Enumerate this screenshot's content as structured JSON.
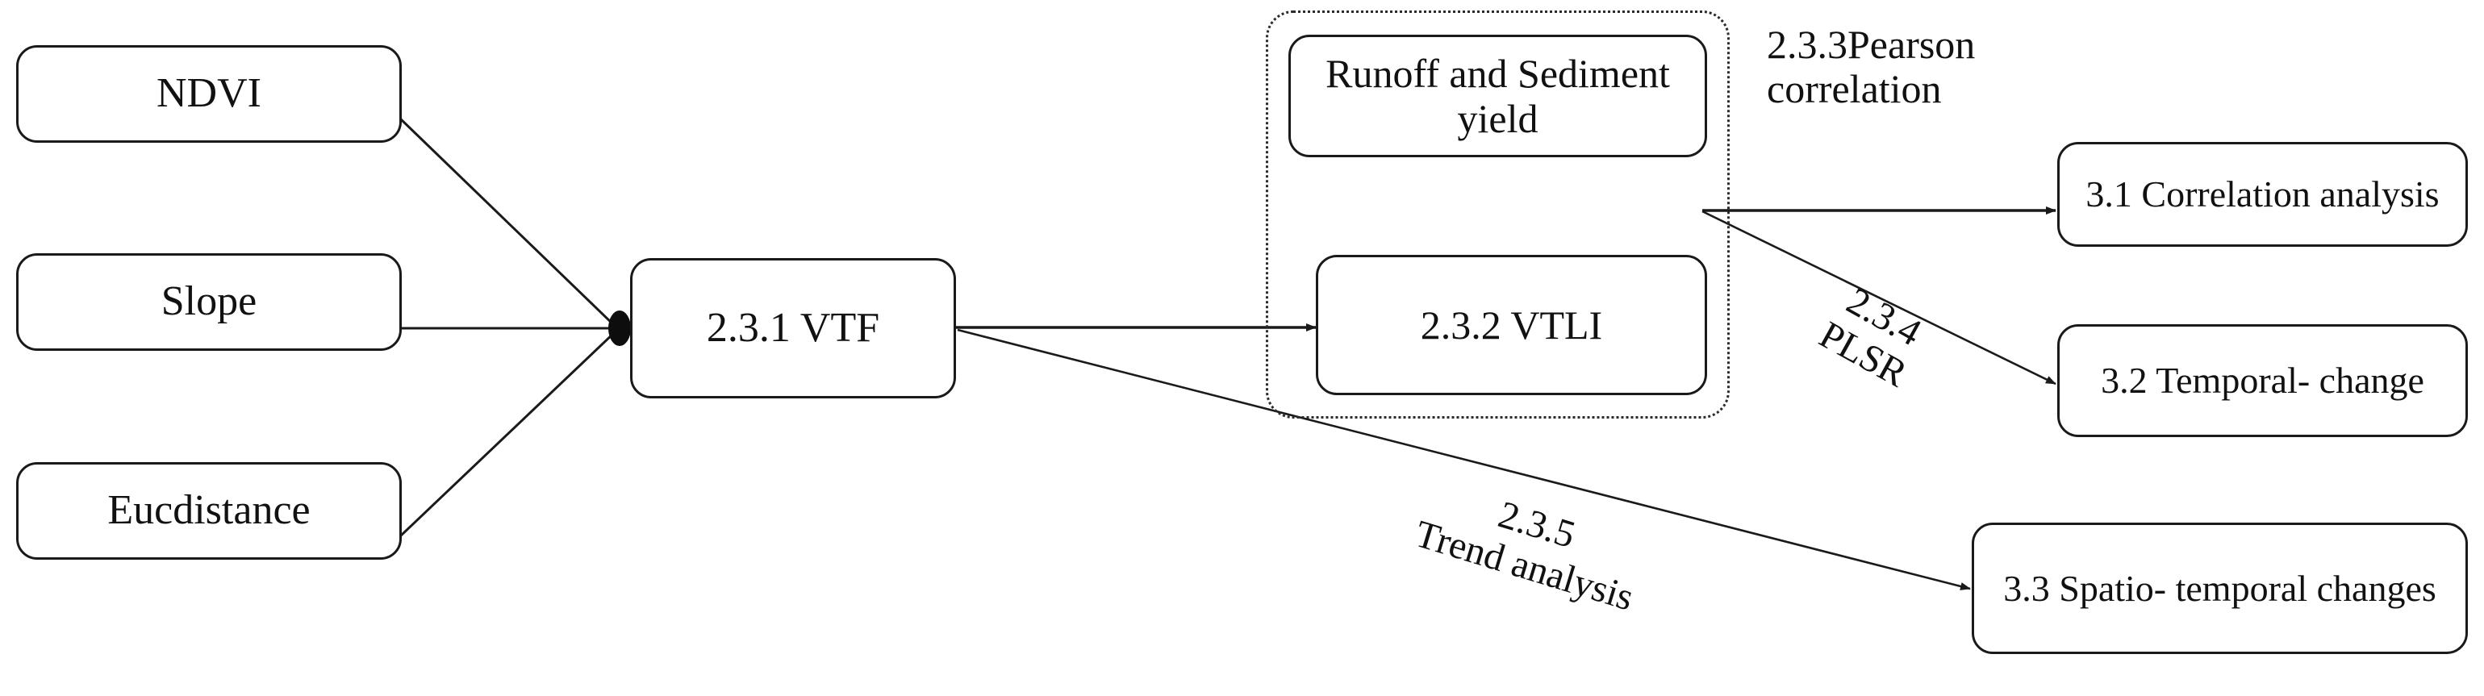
{
  "diagram": {
    "title": "Research methodology flowchart",
    "stroke_color": "#1a1a1a",
    "group_border_color": "#2b2b2b",
    "background": "#ffffff"
  },
  "inputs": [
    {
      "id": "ndvi",
      "label": "NDVI"
    },
    {
      "id": "slope",
      "label": "Slope"
    },
    {
      "id": "eucdistance",
      "label": "Eucdistance"
    }
  ],
  "process": {
    "vtf": {
      "label": "2.3.1 VTF"
    }
  },
  "group": {
    "name": "vtli-group",
    "border_style": "dotted",
    "members": [
      {
        "id": "runoff",
        "label": "Runoff and\nSediment yield"
      },
      {
        "id": "vtli",
        "label": "2.3.2 VTLI"
      }
    ]
  },
  "outputs": [
    {
      "id": "correlation-analysis",
      "label": "3.1 Correlation\nanalysis"
    },
    {
      "id": "temporal-change",
      "label": "3.2 Temporal-\nchange"
    },
    {
      "id": "spatiotemporal-changes",
      "label": "3.3 Spatio-\ntemporal changes"
    }
  ],
  "edge_labels": [
    {
      "id": "pearson",
      "label": "2.3.3Pearson\ncorrelation",
      "rotation_deg": 0
    },
    {
      "id": "plsr",
      "label": "2.3.4\nPLSR",
      "rotation_deg": 29
    },
    {
      "id": "trend",
      "label": "2.3.5\nTrend analysis",
      "rotation_deg": 17
    }
  ],
  "edges": [
    {
      "from": "ndvi",
      "to": "vtf",
      "arrow": false,
      "label": ""
    },
    {
      "from": "slope",
      "to": "vtf",
      "arrow": false,
      "label": ""
    },
    {
      "from": "eucdistance",
      "to": "vtf",
      "arrow": false,
      "label": ""
    },
    {
      "from": "vtf",
      "to": "vtli",
      "arrow": true,
      "label": ""
    },
    {
      "from": "vtli-group",
      "to": "correlation-analysis",
      "arrow": true,
      "label": "2.3.3Pearson correlation"
    },
    {
      "from": "vtli-group",
      "to": "temporal-change",
      "arrow": true,
      "label": "2.3.4 PLSR"
    },
    {
      "from": "vtf",
      "to": "spatiotemporal-changes",
      "arrow": true,
      "label": "2.3.5 Trend analysis"
    }
  ]
}
